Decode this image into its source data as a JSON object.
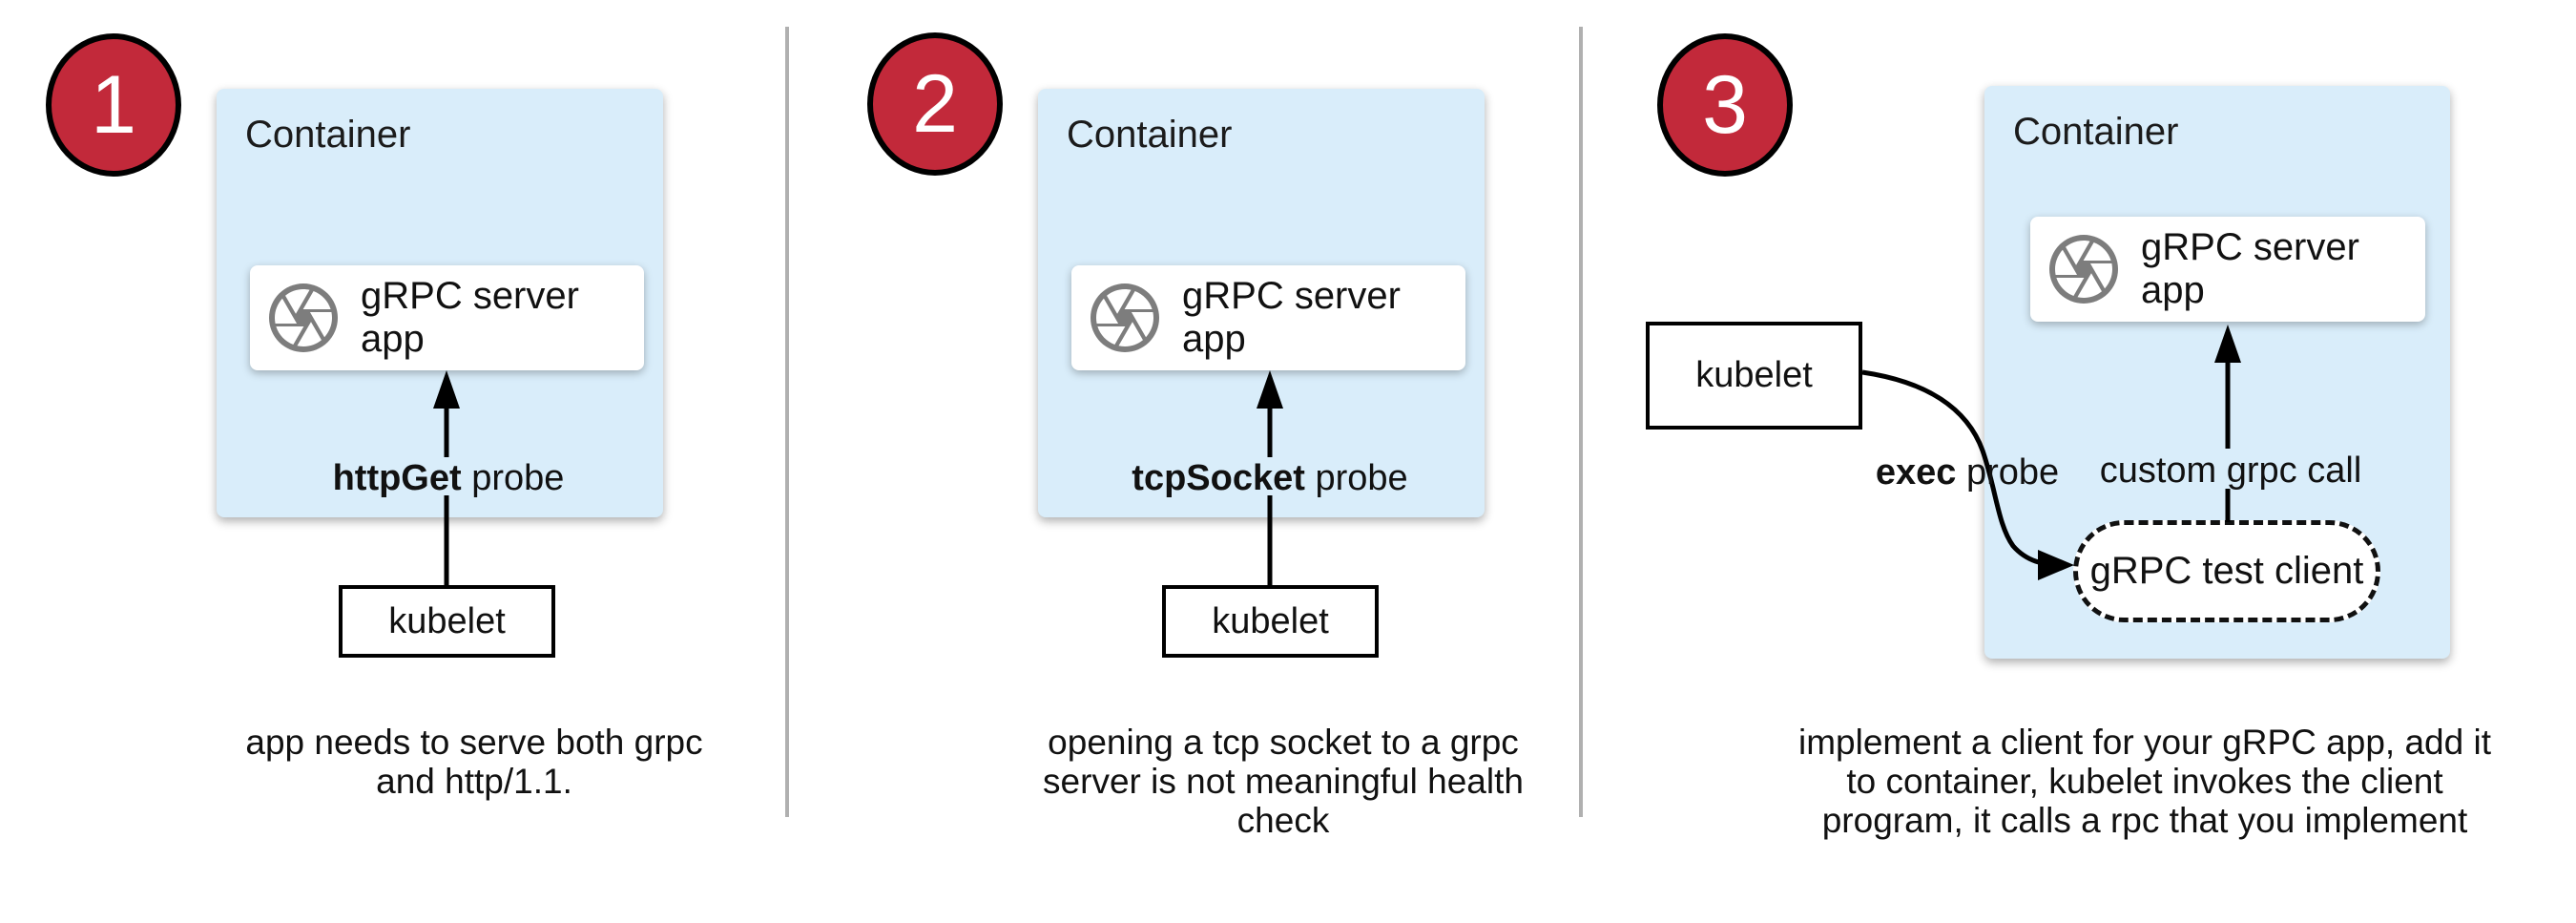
{
  "colors": {
    "accent_red": "#c2293a",
    "container_blue": "#d9edfa",
    "icon_gray": "#7d7d7d",
    "divider_gray": "#b0b0b0",
    "arrow_black": "#000000"
  },
  "panels": [
    {
      "number": "1",
      "container_label": "Container",
      "app_label": "gRPC server app",
      "app_icon": "aperture-icon",
      "probe_bold": "httpGet",
      "probe_rest": "probe",
      "kubelet_label": "kubelet",
      "caption_lines": [
        "app needs to serve both grpc",
        "and http/1.1."
      ]
    },
    {
      "number": "2",
      "container_label": "Container",
      "app_label": "gRPC server app",
      "app_icon": "aperture-icon",
      "probe_bold": "tcpSocket",
      "probe_rest": "probe",
      "kubelet_label": "kubelet",
      "caption_lines": [
        "opening a tcp socket to a grpc",
        "server is not meaningful health",
        "check"
      ]
    },
    {
      "number": "3",
      "container_label": "Container",
      "app_label": "gRPC server app",
      "app_icon": "aperture-icon",
      "probe_bold": "exec",
      "probe_rest": "probe",
      "kubelet_label": "kubelet",
      "client_label": "gRPC test client",
      "call_label": "custom grpc call",
      "caption_lines": [
        "implement a client for your gRPC app, add it",
        "to container, kubelet invokes the client",
        "program, it calls a rpc that you implement"
      ]
    }
  ]
}
